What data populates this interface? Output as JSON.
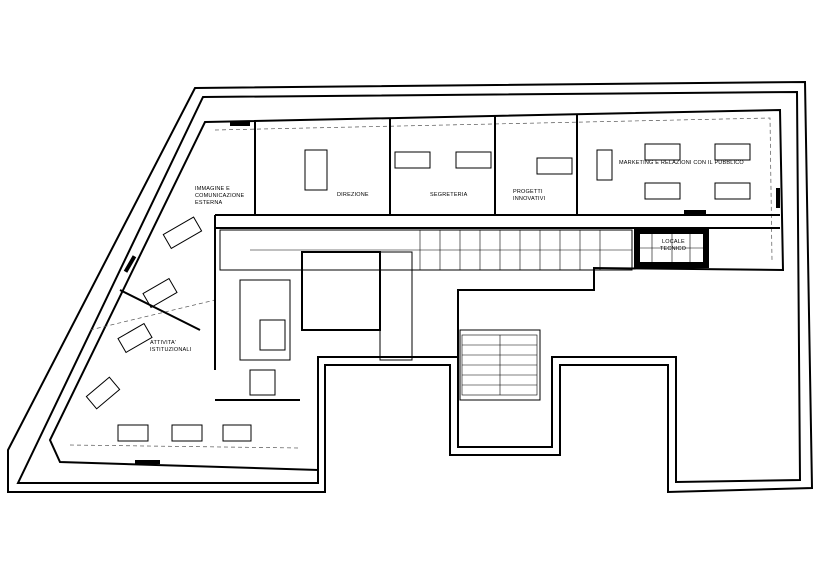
{
  "title": "Floor plan – office level",
  "rooms": [
    {
      "id": "immagine",
      "label_lines": [
        "IMMAGINE E",
        "COMUNICAZIONE",
        "ESTERNA"
      ]
    },
    {
      "id": "direzione",
      "label_lines": [
        "DIREZIONE"
      ]
    },
    {
      "id": "segreteria",
      "label_lines": [
        "SEGRETERIA"
      ]
    },
    {
      "id": "progetti",
      "label_lines": [
        "PROGETTI",
        "INNOVATIVI"
      ]
    },
    {
      "id": "marketing",
      "label_lines": [
        "MARKETING E RELAZIONI CON IL PUBBLICO"
      ]
    },
    {
      "id": "locale-tecnico",
      "label_lines": [
        "LOCALE",
        "TECNICO"
      ]
    },
    {
      "id": "attivita",
      "label_lines": [
        "ATTIVITA'",
        "ISTITUZIONALI"
      ]
    }
  ]
}
